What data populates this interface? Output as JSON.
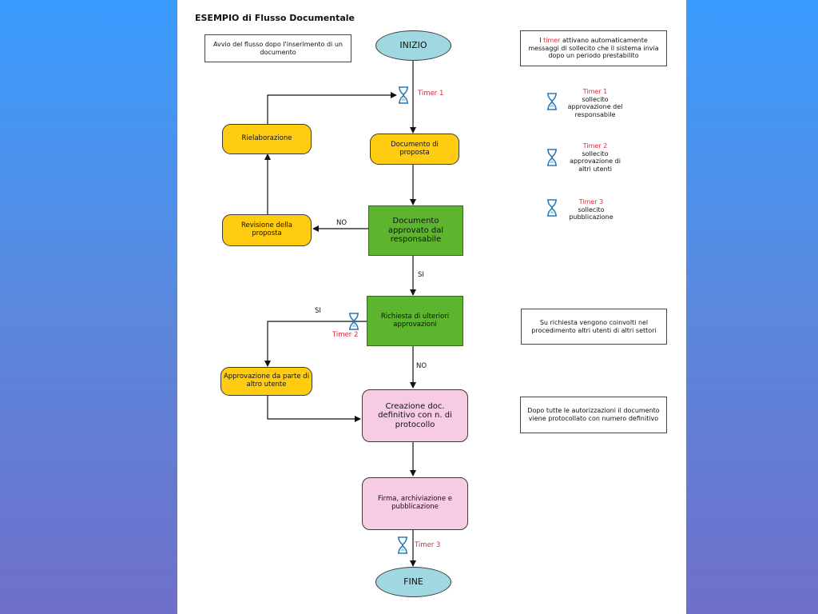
{
  "title": "ESEMPIO di Flusso Documentale",
  "notes": {
    "start": "Avvio del flusso dopo l'inserimento di un documento",
    "timers_prefix": "I",
    "timers_word": "timer",
    "timers_rest": "attivano automaticamente messaggi di sollecito che il sistema invia dopo un periodo prestabilito",
    "request": "Su richiesta vengono coinvolti nel procedimento altri utenti di altri settori",
    "protocol": "Dopo tutte le autorizzazioni il documento viene protocollato con numero definitivo"
  },
  "nodes": {
    "inizio": "INIZIO",
    "documento_proposta": "Documento di proposta",
    "rielaborazione": "Rielaborazione",
    "revisione": "Revisione della proposta",
    "approvato": "Documento approvato dal responsabile",
    "richiesta": "Richiesta di ulteriori approvazioni",
    "approvazione_altro": "Approvazione da parte di altro utente",
    "creazione": "Creazione doc. definitivo con n. di protocollo",
    "firma": "Firma, archiviazione e pubblicazione",
    "fine": "FINE"
  },
  "edge_labels": {
    "no_revisione": "NO",
    "si_approvato": "SI",
    "si_richiesta": "SI",
    "no_richiesta": "NO"
  },
  "timers": {
    "timer1": "Timer 1",
    "timer2": "Timer 2",
    "timer3": "Timer 3"
  },
  "legend": [
    {
      "name": "Timer 1",
      "desc": "sollecito approvazione del responsabile"
    },
    {
      "name": "Timer 2",
      "desc": "sollecito approvazione di altri utenti"
    },
    {
      "name": "Timer 3",
      "desc": "sollecito pubblicazione"
    }
  ],
  "colors": {
    "ellipse": "#9fd8e0",
    "yellow": "#ffcc11",
    "green": "#5db52f",
    "pink": "#f6cbe3",
    "timer_text": "#e0283a"
  },
  "icons": {
    "timer": "hourglass-icon"
  }
}
